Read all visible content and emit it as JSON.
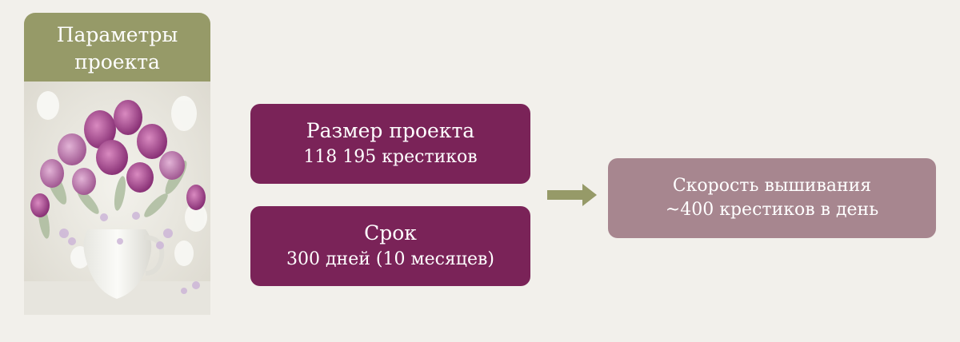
{
  "card": {
    "title_line1": "Параметры",
    "title_line2": "проекта",
    "image": "flower-bouquet-image"
  },
  "size_box": {
    "title": "Размер проекта",
    "value": "118 195 крестиков"
  },
  "term_box": {
    "title": "Срок",
    "value": "300 дней (10 месяцев)"
  },
  "speed_box": {
    "title": "Скорость вышивания",
    "value": "~400 крестиков в день"
  },
  "colors": {
    "background": "#f2f0eb",
    "header_olive": "#969a68",
    "box_dark": "#7a2358",
    "box_light": "#a7868f",
    "arrow": "#969a68"
  }
}
